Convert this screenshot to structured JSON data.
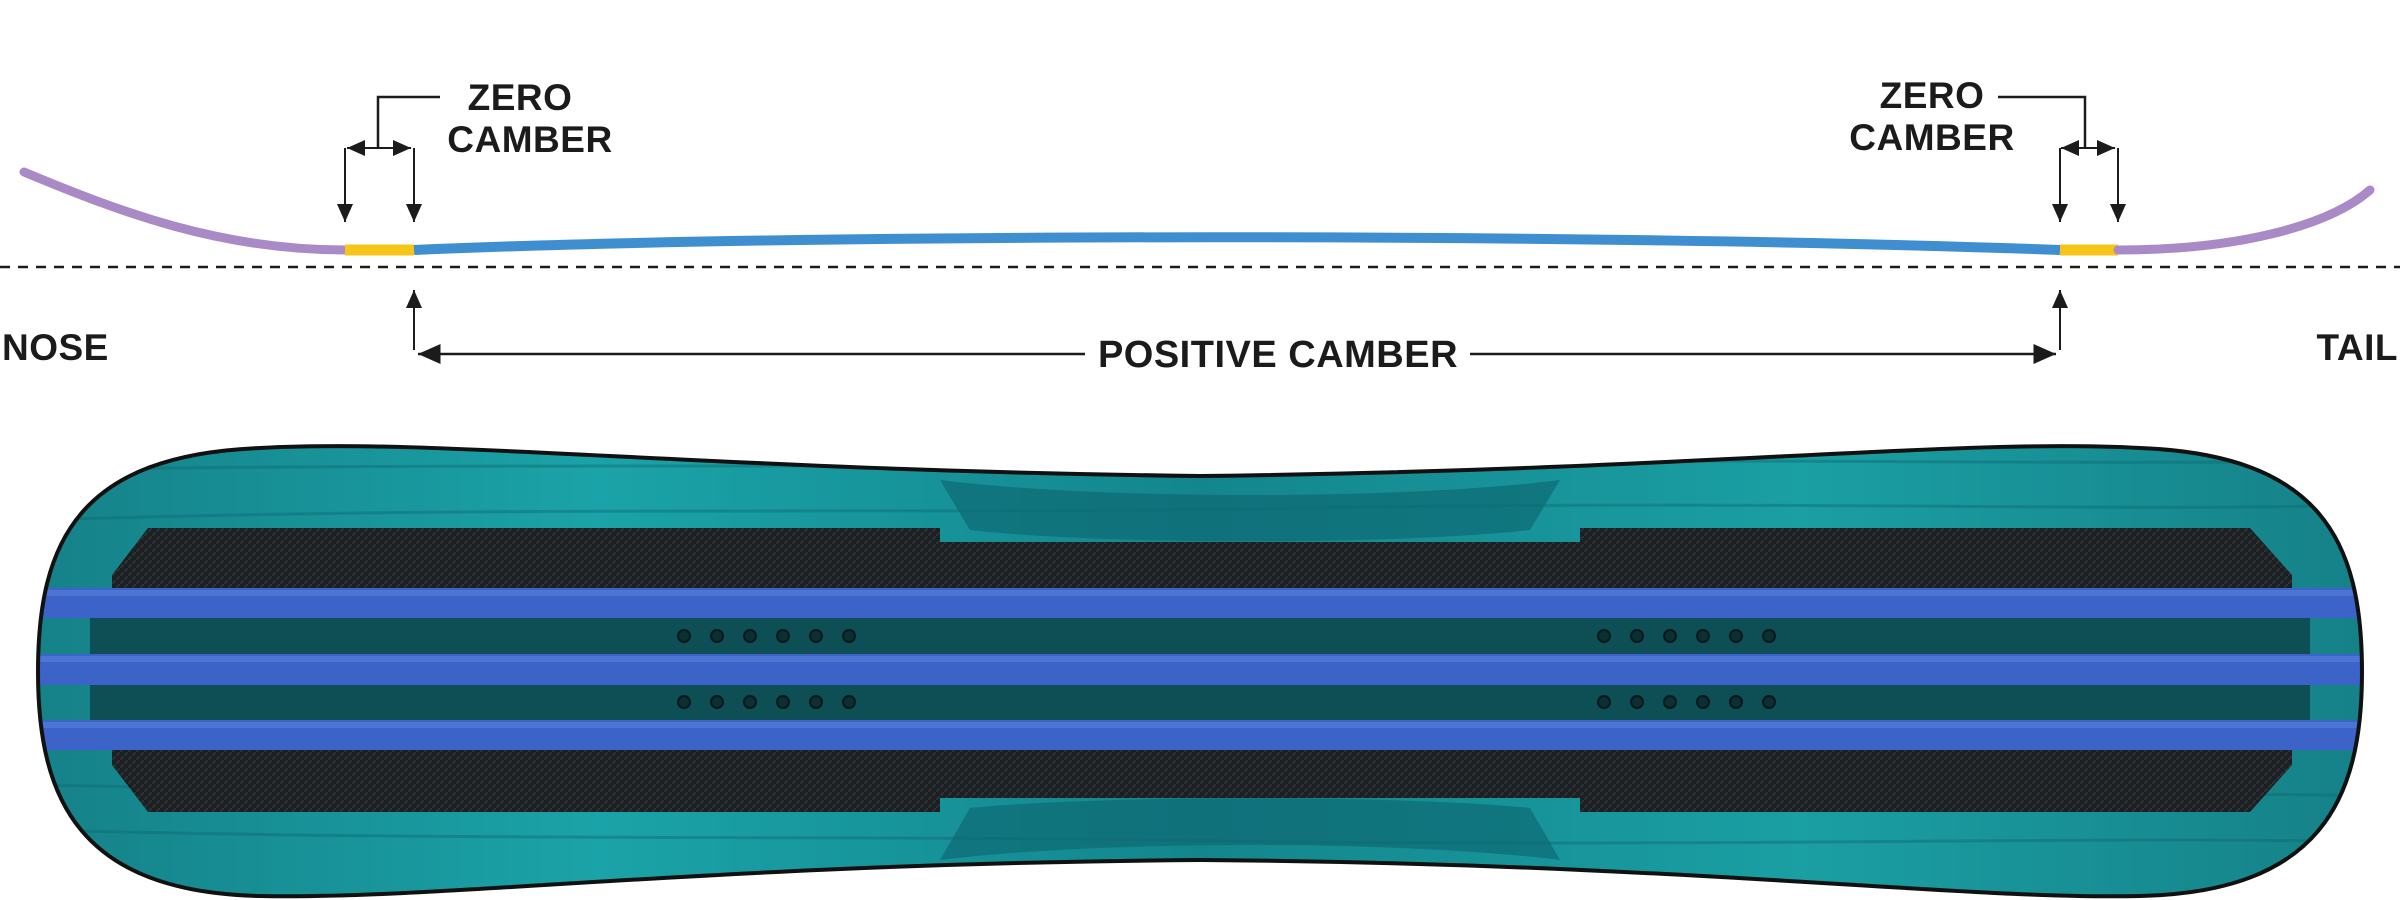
{
  "labels": {
    "nose": "NOSE",
    "tail": "TAIL",
    "zero_camber_left": [
      "ZERO",
      "CAMBER"
    ],
    "zero_camber_right": [
      "ZERO",
      "CAMBER"
    ],
    "positive_camber": "POSITIVE CAMBER"
  },
  "profile_segments": [
    {
      "name": "nose-rocker",
      "color": "#a98ac6"
    },
    {
      "name": "zero-camber-left",
      "color": "#f5c518"
    },
    {
      "name": "positive-camber",
      "color": "#3f8ed0"
    },
    {
      "name": "zero-camber-right",
      "color": "#f5c518"
    },
    {
      "name": "tail-rocker",
      "color": "#a98ac6"
    }
  ],
  "board_colors": {
    "topsheet": "#1a8f94",
    "topsheet_dark": "#0d5f66",
    "carbon": "#1f2326",
    "stringer": "#3b63c8",
    "outline": "#111111"
  },
  "icons": [
    "arrow-down-icon",
    "arrow-up-icon",
    "arrow-left-icon",
    "arrow-right-icon",
    "insert-hole-icon"
  ]
}
